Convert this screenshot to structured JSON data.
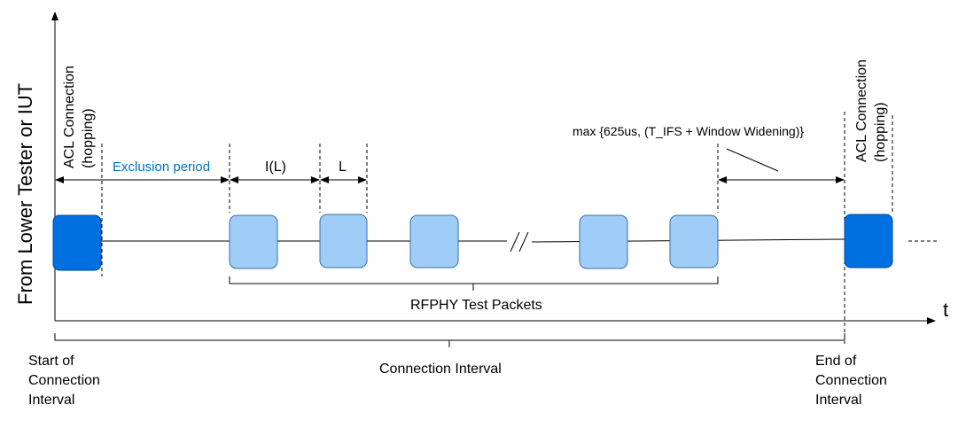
{
  "axes": {
    "y_label": "From Lower Tester or IUT",
    "t_label": "t"
  },
  "acl_start": {
    "line1": "ACL Connection",
    "line2": "(hopping)"
  },
  "acl_end": {
    "line1": "ACL Connection",
    "line2": "(hopping)"
  },
  "intervals": {
    "exclusion": "Exclusion period",
    "i_l": "I(L)",
    "l": "L",
    "max_formula": "max {625us, (T_IFS + Window Widening)}"
  },
  "packets_label": "RFPHY Test Packets",
  "bottom": {
    "start": [
      "Start of",
      "Connection",
      "Interval"
    ],
    "middle": "Connection Interval",
    "end": [
      "End of",
      "Connection",
      "Interval"
    ]
  },
  "colors": {
    "acl_fill": "#0070e0",
    "acl_stroke": "#0046a0",
    "packet_fill": "#9fcdf7",
    "packet_stroke": "#3a6ea8",
    "blue_text": "#0070c0"
  }
}
